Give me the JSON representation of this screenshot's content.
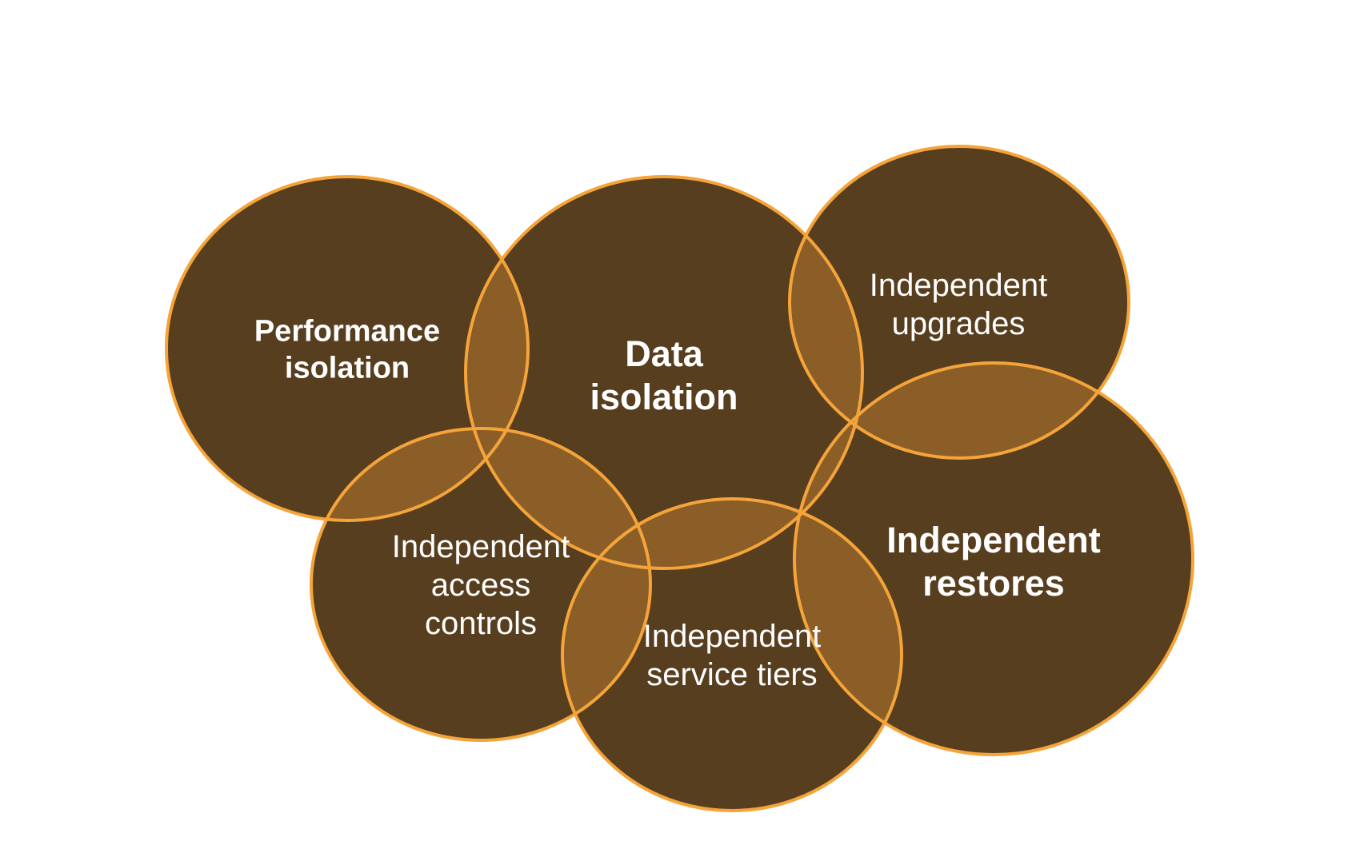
{
  "colors": {
    "fill": "#573E1F",
    "overlap": "#8B5E28",
    "stroke": "#F5A43A",
    "text": "#FFFFFF"
  },
  "circles": [
    {
      "id": "performance",
      "lines": [
        "Performance",
        "isolation"
      ],
      "weight": "bold"
    },
    {
      "id": "data",
      "lines": [
        "Data",
        "isolation"
      ],
      "weight": "bold"
    },
    {
      "id": "upgrades",
      "lines": [
        "Independent",
        "upgrades"
      ],
      "weight": "light"
    },
    {
      "id": "access",
      "lines": [
        "Independent",
        "access",
        "controls"
      ],
      "weight": "light"
    },
    {
      "id": "service",
      "lines": [
        "Independent",
        "service tiers"
      ],
      "weight": "light"
    },
    {
      "id": "restores",
      "lines": [
        "Independent",
        "restores"
      ],
      "weight": "bold"
    }
  ]
}
